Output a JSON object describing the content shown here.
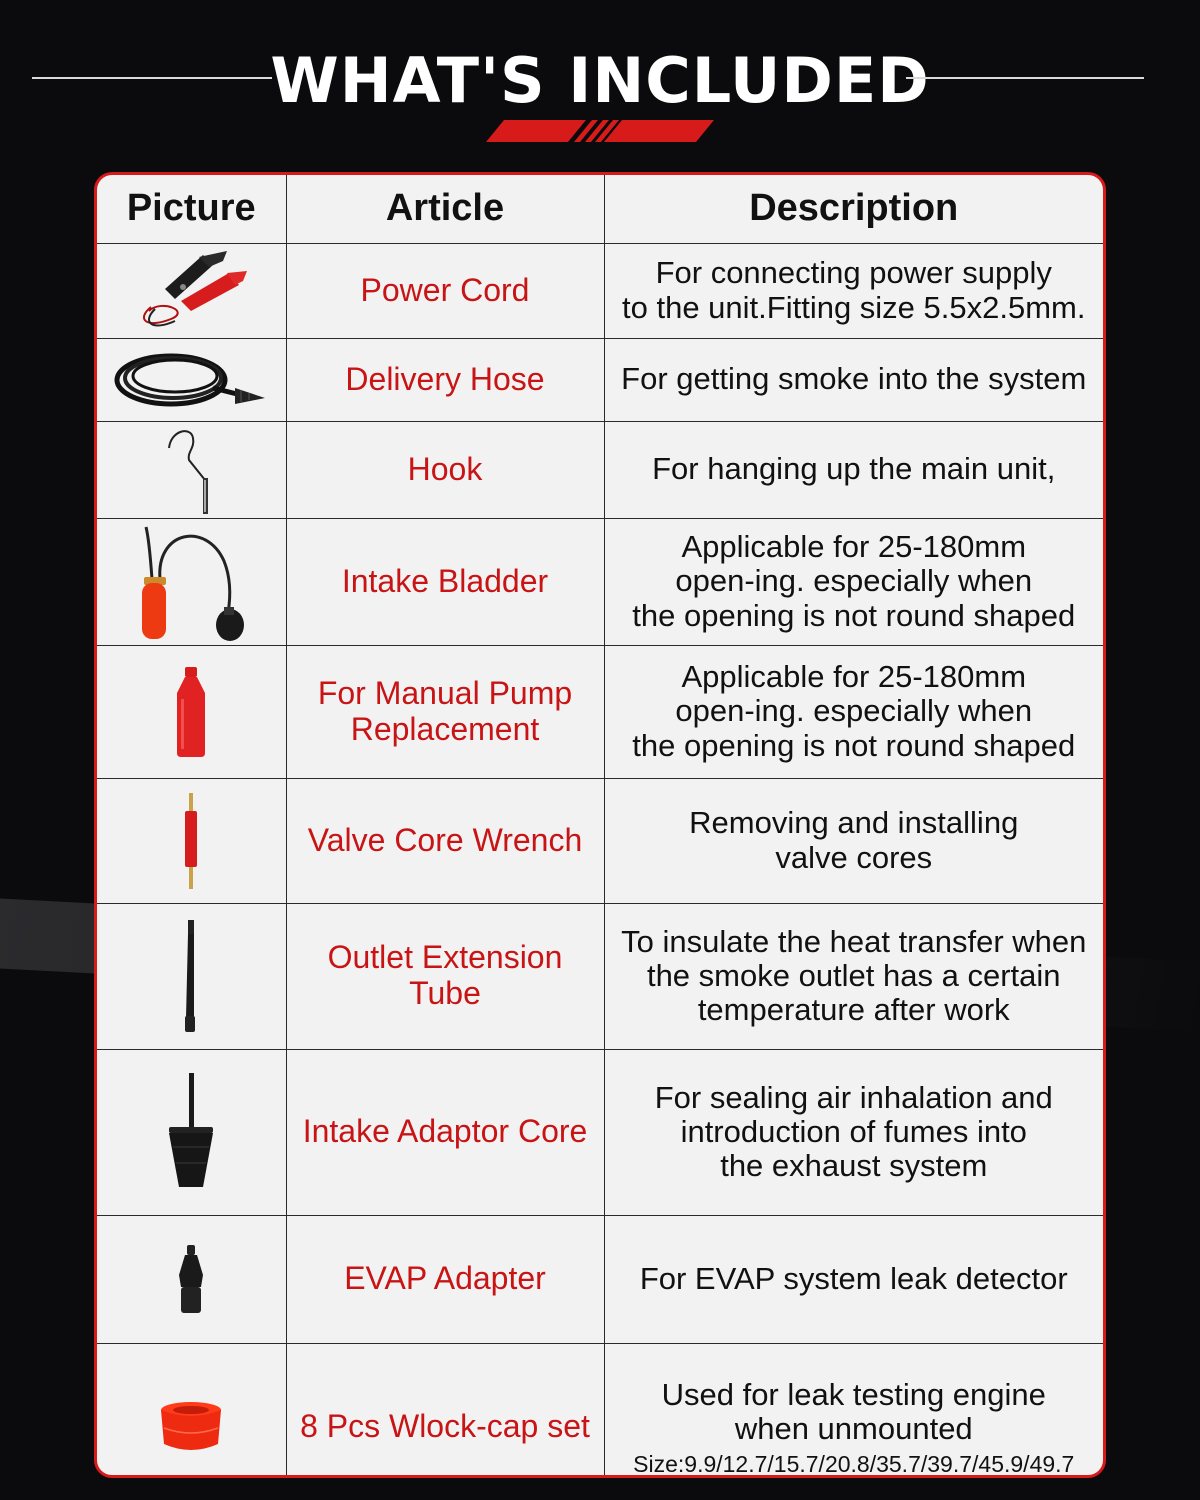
{
  "header": {
    "title": "WHAT'S INCLUDED"
  },
  "table": {
    "columns": [
      "Picture",
      "Article",
      "Description"
    ],
    "rows": [
      {
        "icon": "power-cord-icon",
        "article": "Power Cord",
        "description": "For connecting power supply\nto the unit.Fitting size 5.5x2.5mm."
      },
      {
        "icon": "delivery-hose-icon",
        "article": "Delivery Hose",
        "description": "For getting smoke into the system"
      },
      {
        "icon": "hook-icon",
        "article": "Hook",
        "description": "For hanging up the main unit,"
      },
      {
        "icon": "intake-bladder-icon",
        "article": "Intake Bladder",
        "description": "Applicable for 25-180mm\nopen-ing. especially when\nthe opening is not round shaped"
      },
      {
        "icon": "bottle-icon",
        "article": "For Manual Pump\nReplacement",
        "description": "Applicable for 25-180mm\nopen-ing. especially when\nthe opening is not round shaped"
      },
      {
        "icon": "valve-core-wrench-icon",
        "article": "Valve Core Wrench",
        "description": "Removing and installing\nvalve cores"
      },
      {
        "icon": "extension-tube-icon",
        "article": "Outlet Extension\nTube",
        "description": "To insulate the heat transfer when\nthe smoke outlet has a certain\ntemperature after work"
      },
      {
        "icon": "adaptor-cone-icon",
        "article": "Intake Adaptor Core",
        "description": "For sealing air inhalation and\nintroduction of fumes into\nthe exhaust system"
      },
      {
        "icon": "evap-adapter-icon",
        "article": "EVAP Adapter",
        "description": "For EVAP system leak detector"
      },
      {
        "icon": "cap-set-icon",
        "article": "8 Pcs Wlock-cap set",
        "description": "Used for leak testing engine\nwhen unmounted",
        "note": "Size:9.9/12.7/15.7/20.8/35.7/39.7/45.9/49.7"
      }
    ]
  },
  "colors": {
    "accent": "#d71a1a",
    "article_text": "#c81414",
    "background": "#0b0b0d",
    "table_bg": "#f2f2f2"
  }
}
